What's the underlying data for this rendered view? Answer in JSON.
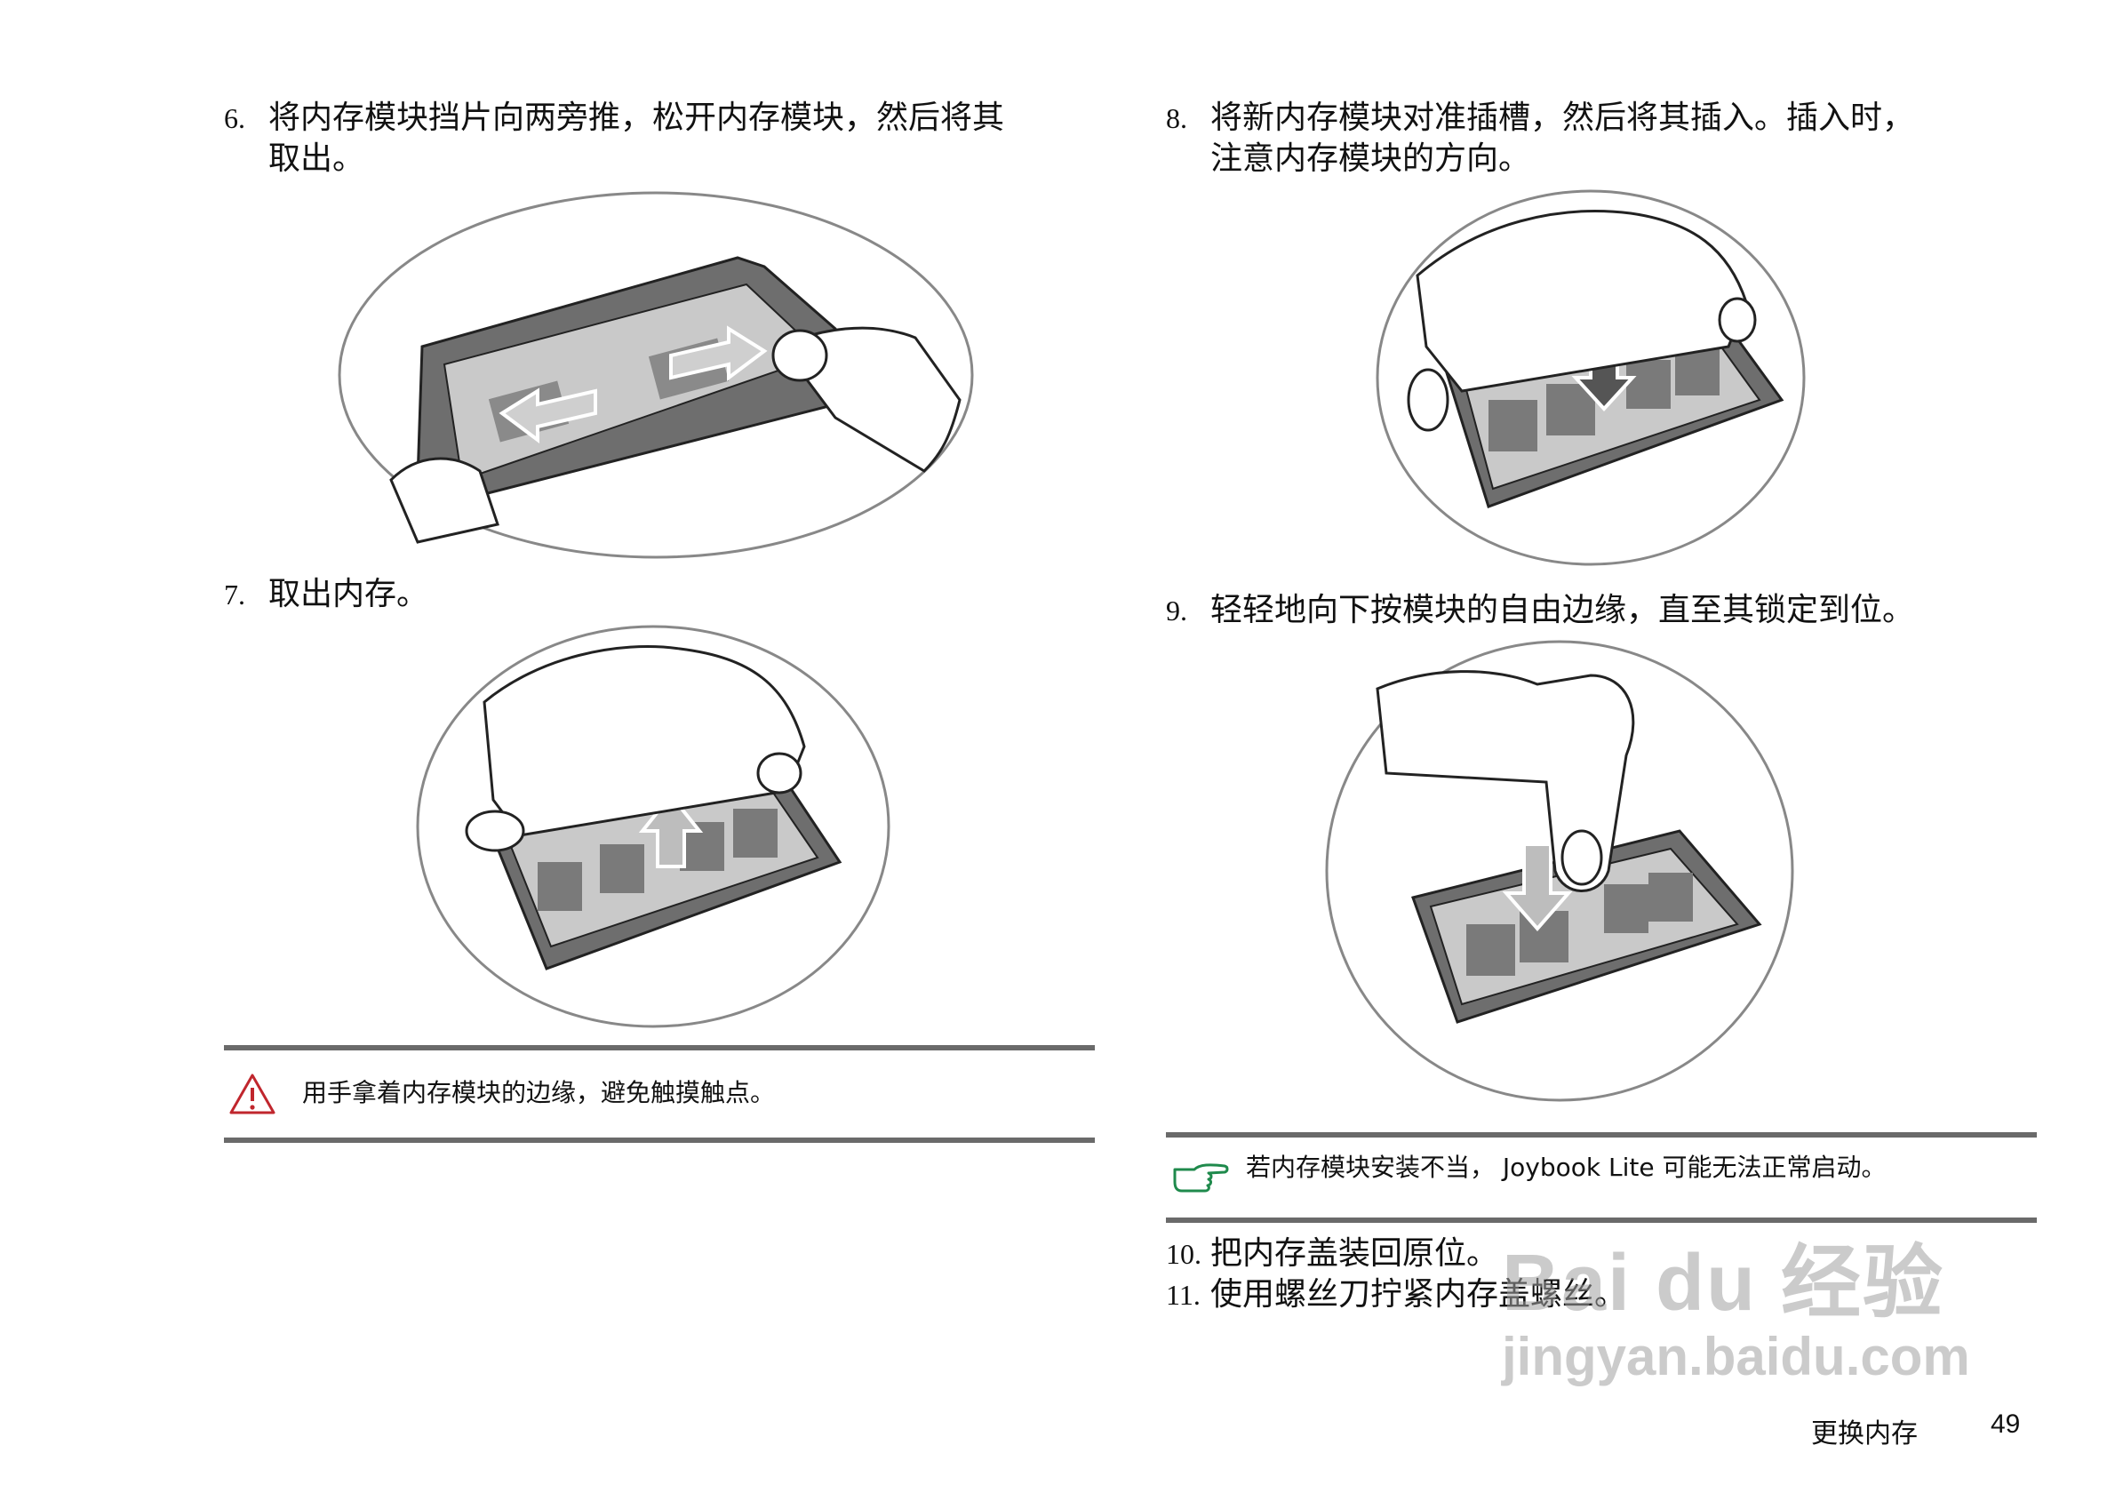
{
  "steps": {
    "s6": {
      "num": "6.",
      "line1": "将内存模块挡片向两旁推，松开内存模块，然后将其",
      "line2": "取出。"
    },
    "s7": {
      "num": "7.",
      "line1": "取出内存。"
    },
    "s8": {
      "num": "8.",
      "line1": "将新内存模块对准插槽，然后将其插入。插入时，",
      "line2": "注意内存模块的方向。"
    },
    "s9": {
      "num": "9.",
      "line1": "轻轻地向下按模块的自由边缘，直至其锁定到位。"
    },
    "s10": {
      "num": "10.",
      "line1": "把内存盖装回原位。"
    },
    "s11": {
      "num": "11.",
      "line1": "使用螺丝刀拧紧内存盖螺丝。"
    }
  },
  "warning_note": {
    "icon": "warning-triangle-icon",
    "text": "用手拿着内存模块的边缘，避免触摸触点。",
    "color": "#c0262d"
  },
  "tip_note": {
    "icon": "pointing-hand-icon",
    "text": "若内存模块安装不当， Joybook Lite 可能无法正常启动。",
    "color": "#1f8a4c"
  },
  "footer": {
    "section_title": "更换内存",
    "page_number": "49"
  },
  "watermark": {
    "line1": "Bai du 经验",
    "line2": "jingyan.baidu.com"
  }
}
